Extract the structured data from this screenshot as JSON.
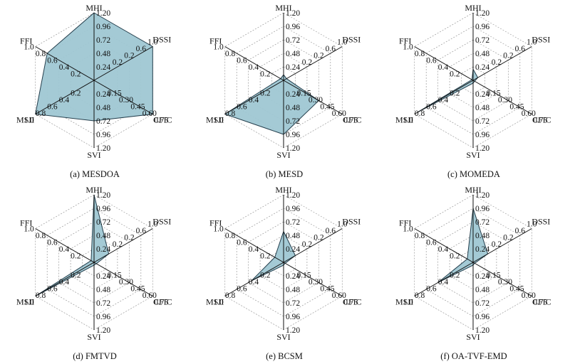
{
  "colors": {
    "fill": "#9fc7d3",
    "edge": "#243e4c",
    "axis": "#111111",
    "grid": "#9a9a9a"
  },
  "panels": [
    {
      "caption": "(a) MESDOA",
      "chart_data": {
        "type": "radar",
        "axes": [
          {
            "label": "MHI",
            "ticks": [
              "0.24",
              "0.48",
              "0.72",
              "0.96",
              "1.20"
            ],
            "max": 1.2
          },
          {
            "label": "DSSI",
            "ticks": [
              "0.2",
              "0.2",
              "0.6",
              "1.0"
            ],
            "max": 1.0
          },
          {
            "label": "CFIC",
            "ticks": [
              "0.15",
              "0.30",
              "0.45",
              "0.60",
              "0.75"
            ],
            "max": 0.75
          },
          {
            "label": "SVI",
            "ticks": [
              "0.24",
              "0.48",
              "0.72",
              "0.96",
              "1.20"
            ],
            "max": 1.2
          },
          {
            "label": "MSII",
            "ticks": [
              "0.2",
              "0.4",
              "0.6",
              "0.8",
              "1.0"
            ],
            "max": 1.0
          },
          {
            "label": "FFI",
            "ticks": [
              "0.2",
              "0.4",
              "0.6",
              "0.8",
              "1.0"
            ],
            "max": 1.0
          }
        ],
        "values": [
          1.2,
          1.0,
          0.75,
          0.72,
          1.0,
          0.8
        ]
      }
    },
    {
      "caption": "(b) MESD",
      "chart_data": {
        "type": "radar",
        "axes": [
          {
            "label": "MHI",
            "ticks": [
              "0.24",
              "0.48",
              "0.72",
              "0.96",
              "1.20"
            ],
            "max": 1.2
          },
          {
            "label": "DSSI",
            "ticks": [
              "0.2",
              "0.2",
              "0.6",
              "1.0"
            ],
            "max": 1.0
          },
          {
            "label": "CFIC",
            "ticks": [
              "0.15",
              "0.30",
              "0.45",
              "0.60",
              "0.75"
            ],
            "max": 0.75
          },
          {
            "label": "SVI",
            "ticks": [
              "0.24",
              "0.48",
              "0.72",
              "0.96",
              "1.20"
            ],
            "max": 1.2
          },
          {
            "label": "MSII",
            "ticks": [
              "0.2",
              "0.4",
              "0.6",
              "0.8",
              "1.0"
            ],
            "max": 1.0
          },
          {
            "label": "FFI",
            "ticks": [
              "0.2",
              "0.4",
              "0.6",
              "0.8",
              "1.0"
            ],
            "max": 1.0
          }
        ],
        "values": [
          0.1,
          0.05,
          0.45,
          0.96,
          1.0,
          0.05
        ]
      }
    },
    {
      "caption": "(c) MOMEDA",
      "chart_data": {
        "type": "radar",
        "axes": [
          {
            "label": "MHI",
            "ticks": [
              "0.24",
              "0.48",
              "0.72",
              "0.96",
              "1.20"
            ],
            "max": 1.2
          },
          {
            "label": "DSSI",
            "ticks": [
              "0.2",
              "0.2",
              "0.6",
              "1.0"
            ],
            "max": 1.0
          },
          {
            "label": "CFIC",
            "ticks": [
              "0.15",
              "0.30",
              "0.45",
              "0.60",
              "0.75"
            ],
            "max": 0.75
          },
          {
            "label": "SVI",
            "ticks": [
              "0.24",
              "0.48",
              "0.72",
              "0.96",
              "1.20"
            ],
            "max": 1.2
          },
          {
            "label": "MSII",
            "ticks": [
              "0.2",
              "0.4",
              "0.6",
              "0.8",
              "1.0"
            ],
            "max": 1.0
          },
          {
            "label": "FFI",
            "ticks": [
              "0.2",
              "0.4",
              "0.6",
              "0.8",
              "1.0"
            ],
            "max": 1.0
          }
        ],
        "values": [
          0.2,
          0.08,
          0.02,
          0.05,
          0.95,
          0.02
        ]
      }
    },
    {
      "caption": "(d) FMTVD",
      "chart_data": {
        "type": "radar",
        "axes": [
          {
            "label": "MHI",
            "ticks": [
              "0.24",
              "0.48",
              "0.72",
              "0.96",
              "1.20"
            ],
            "max": 1.2
          },
          {
            "label": "DSSI",
            "ticks": [
              "0.2",
              "0.2",
              "0.6",
              "1.0"
            ],
            "max": 1.0
          },
          {
            "label": "CFIC",
            "ticks": [
              "0.15",
              "0.30",
              "0.45",
              "0.60",
              "0.75"
            ],
            "max": 0.75
          },
          {
            "label": "SVI",
            "ticks": [
              "0.24",
              "0.48",
              "0.72",
              "0.96",
              "1.20"
            ],
            "max": 1.2
          },
          {
            "label": "MSII",
            "ticks": [
              "0.2",
              "0.4",
              "0.6",
              "0.8",
              "1.0"
            ],
            "max": 1.0
          },
          {
            "label": "FFI",
            "ticks": [
              "0.2",
              "0.4",
              "0.6",
              "0.8",
              "1.0"
            ],
            "max": 1.0
          }
        ],
        "values": [
          1.2,
          0.25,
          0.03,
          0.05,
          1.0,
          0.05
        ]
      }
    },
    {
      "caption": "(e) BCSM",
      "chart_data": {
        "type": "radar",
        "axes": [
          {
            "label": "MHI",
            "ticks": [
              "0.24",
              "0.48",
              "0.72",
              "0.96",
              "1.20"
            ],
            "max": 1.2
          },
          {
            "label": "DSSI",
            "ticks": [
              "0.2",
              "0.2",
              "0.6",
              "1.0"
            ],
            "max": 1.0
          },
          {
            "label": "CFIC",
            "ticks": [
              "0.15",
              "0.30",
              "0.45",
              "0.60",
              "0.75"
            ],
            "max": 0.75
          },
          {
            "label": "SVI",
            "ticks": [
              "0.24",
              "0.48",
              "0.72",
              "0.96",
              "1.20"
            ],
            "max": 1.2
          },
          {
            "label": "MSII",
            "ticks": [
              "0.2",
              "0.4",
              "0.6",
              "0.8",
              "1.0"
            ],
            "max": 1.0
          },
          {
            "label": "FFI",
            "ticks": [
              "0.2",
              "0.4",
              "0.6",
              "0.8",
              "1.0"
            ],
            "max": 1.0
          }
        ],
        "values": [
          0.55,
          0.2,
          0.02,
          0.05,
          0.55,
          0.15
        ]
      }
    },
    {
      "caption": "(f) OA-TVF-EMD",
      "chart_data": {
        "type": "radar",
        "axes": [
          {
            "label": "MHI",
            "ticks": [
              "0.24",
              "0.48",
              "0.72",
              "0.96",
              "1.20"
            ],
            "max": 1.2
          },
          {
            "label": "DSSI",
            "ticks": [
              "0.2",
              "0.2",
              "0.6",
              "1.0"
            ],
            "max": 1.0
          },
          {
            "label": "CFIC",
            "ticks": [
              "0.15",
              "0.30",
              "0.45",
              "0.60",
              "0.75"
            ],
            "max": 0.75
          },
          {
            "label": "SVI",
            "ticks": [
              "0.24",
              "0.48",
              "0.72",
              "0.96",
              "1.20"
            ],
            "max": 1.2
          },
          {
            "label": "MSII",
            "ticks": [
              "0.2",
              "0.4",
              "0.6",
              "0.8",
              "1.0"
            ],
            "max": 1.0
          },
          {
            "label": "FFI",
            "ticks": [
              "0.2",
              "0.4",
              "0.6",
              "0.8",
              "1.0"
            ],
            "max": 1.0
          }
        ],
        "values": [
          0.96,
          0.25,
          0.02,
          0.05,
          0.6,
          0.1
        ]
      }
    }
  ]
}
